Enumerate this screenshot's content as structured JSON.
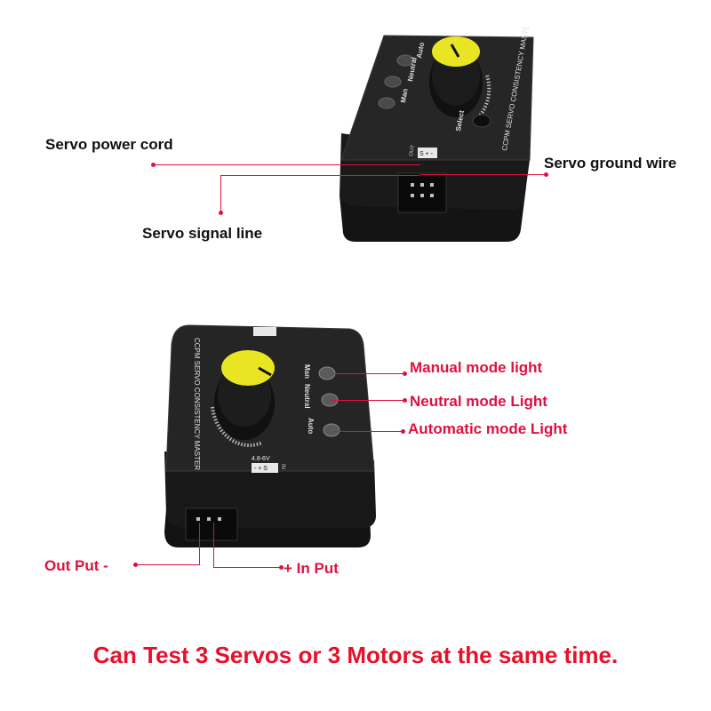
{
  "colors": {
    "annotation_red": "#e0103f",
    "headline_red": "#e8102a",
    "device_body": "#1c1c1c",
    "knob_yellow": "#e9e523"
  },
  "top_device": {
    "brand_text": "CCPM SERVO CONSISTENCY MASTER",
    "led_labels": [
      "Man",
      "Neutral",
      "Auto"
    ],
    "select_label": "Select",
    "out_label": "OUT",
    "pin_marks": "S + -"
  },
  "bottom_device": {
    "brand_text": "CCPM SERVO CONSISTENCY MASTER",
    "led_labels": [
      "Man",
      "Neutral",
      "Auto"
    ],
    "voltage": "4.8-6V",
    "in_label": "IN",
    "pin_marks": "- + S"
  },
  "annotations": {
    "power_cord": "Servo power cord",
    "ground_wire": "Servo ground wire",
    "signal_line": "Servo signal line",
    "manual_light": "Manual mode light",
    "neutral_light": "Neutral mode Light",
    "auto_light": "Automatic mode Light",
    "output": "Out Put  -",
    "input": "+ In Put"
  },
  "headline": "Can Test 3 Servos or 3 Motors at the same time."
}
